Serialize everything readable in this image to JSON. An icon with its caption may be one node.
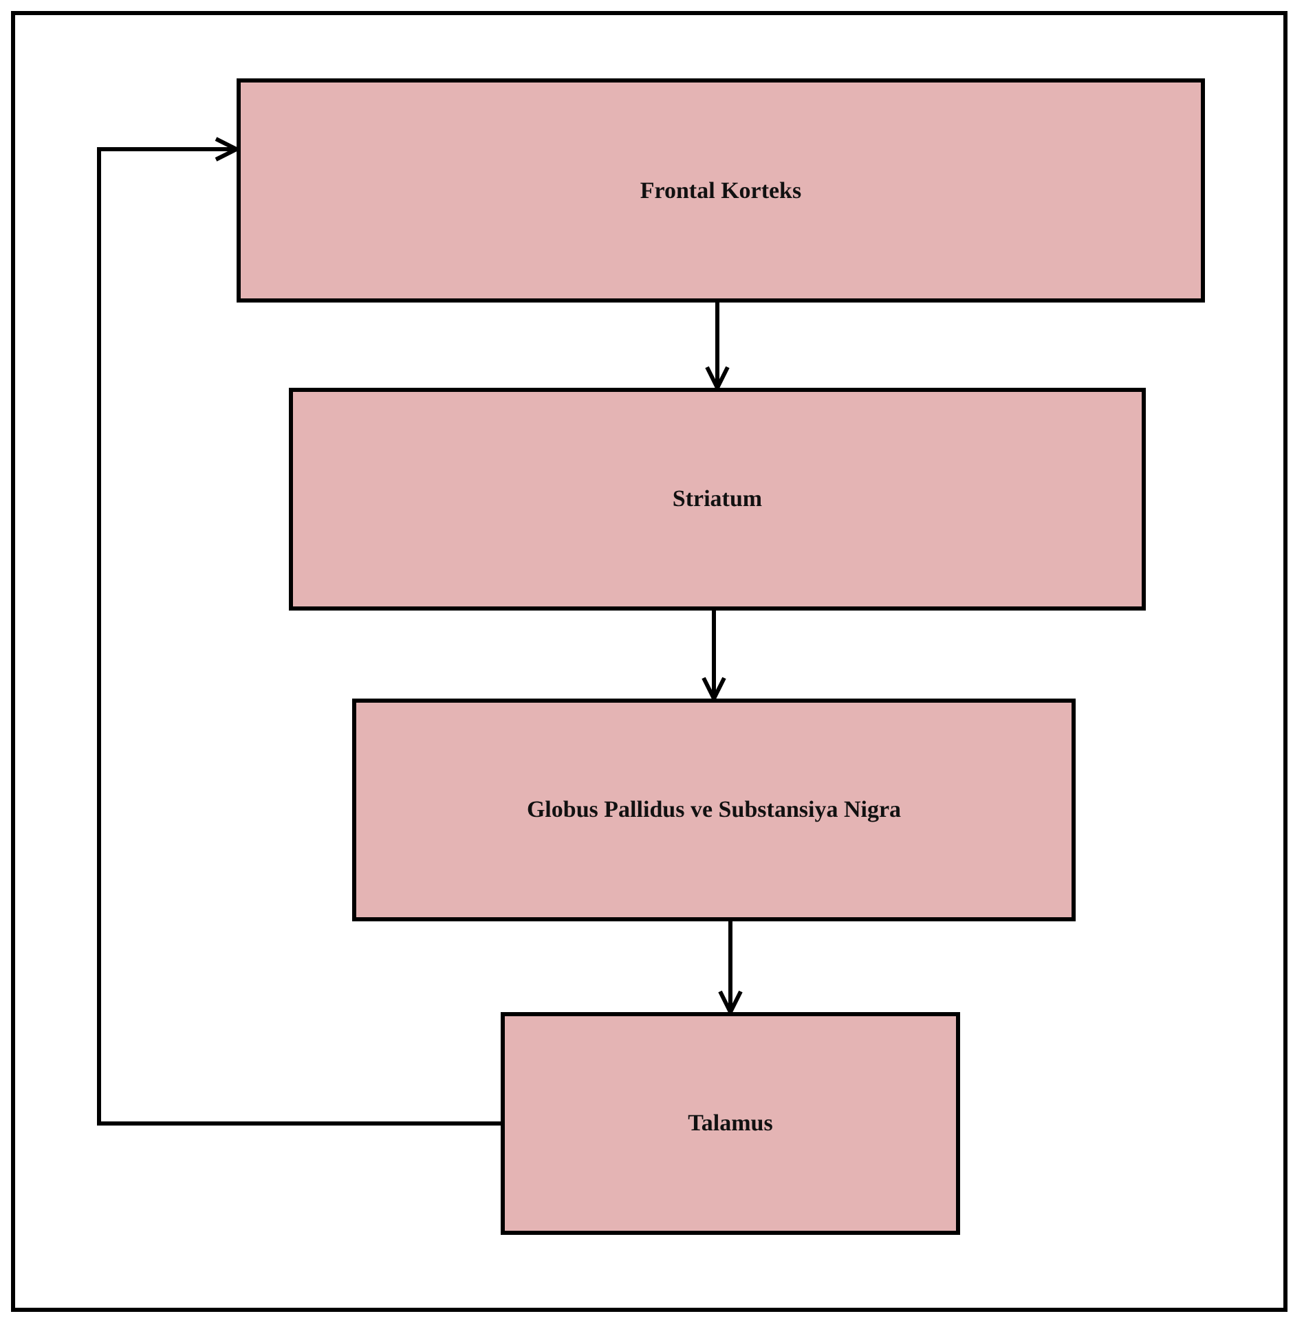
{
  "diagram": {
    "nodes": [
      {
        "text": [
          "Frontal Korteks"
        ]
      },
      {
        "text": [
          "Striatum"
        ]
      },
      {
        "text": [
          "Globus Pallidus ve Substansiya Nigra"
        ]
      },
      {
        "text": [
          "Talamus"
        ]
      }
    ],
    "edges": [
      {
        "from": 0,
        "to": 1,
        "arrow": "to"
      },
      {
        "from": 1,
        "to": 2,
        "arrow": "to"
      },
      {
        "from": 2,
        "to": 3,
        "arrow": "to"
      },
      {
        "from": 3,
        "to": 0,
        "arrow": "to"
      }
    ]
  }
}
